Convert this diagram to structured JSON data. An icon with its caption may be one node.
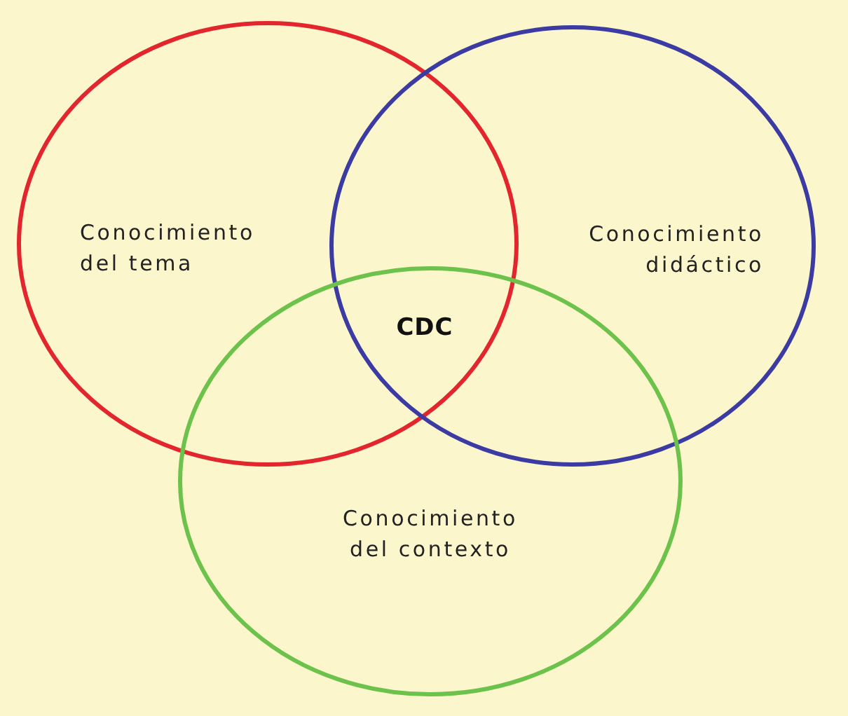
{
  "diagram": {
    "nodes": [
      {
        "text": [
          "Conocimiento del tema"
        ]
      },
      {
        "text": [
          "Conocimiento didáctico"
        ]
      },
      {
        "text": [
          "Conocimiento del contexto"
        ]
      }
    ],
    "labels": [
      "CDC"
    ]
  }
}
